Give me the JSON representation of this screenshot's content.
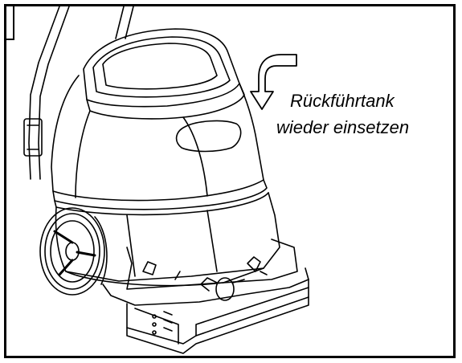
{
  "instruction": {
    "line1": "Rückführtank",
    "line2": "wieder einsetzen"
  },
  "icons": {
    "arrow": "curved-down-arrow-icon",
    "machine": "carpet-extractor-illustration"
  },
  "colors": {
    "ink": "#000000",
    "background": "#ffffff"
  }
}
